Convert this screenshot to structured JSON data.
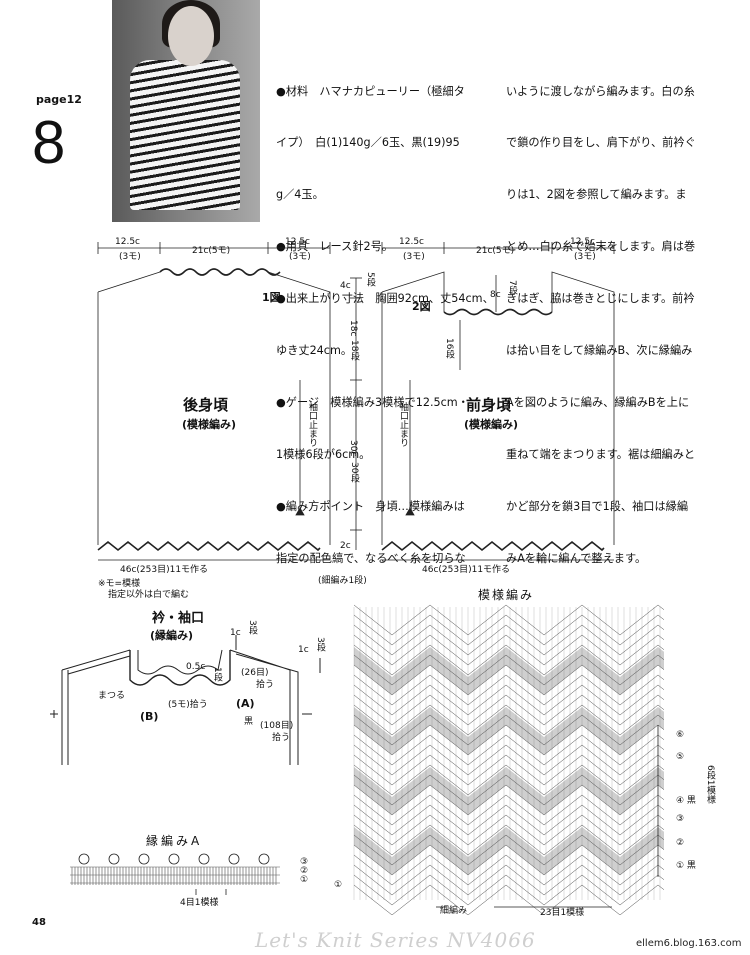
{
  "header": {
    "page_label": "page12",
    "pattern_number": "8"
  },
  "instructions": {
    "col1": [
      "●材料　ハマナカピューリー（極細タ",
      "イプ）　白(1)140g／6玉、黒(19)95",
      "g／4玉。",
      "●用具　レース針2号。",
      "●出来上がり寸法　胸囲92cm、丈54cm、",
      "ゆき丈24cm。",
      "●ゲージ　模様編み3模様で12.5cm・",
      "1模様6段が6cm。",
      "●編み方ポイント　身頃…模様編みは",
      "指定の配色縞で、なるべく糸を切らな"
    ],
    "col2": [
      "いように渡しながら編みます。白の糸",
      "で鎖の作り目をし、肩下がり、前衿ぐ",
      "りは1、2図を参照して編みます。ま",
      "とめ…白の糸で始末をします。肩は巻",
      "きはぎ、脇は巻きとじにします。前衿",
      "は拾い目をして縁編みB、次に縁編み",
      "Aを図のように編み、縁編みBを上に",
      "重ねて端をまつります。裾は細編みと",
      "かど部分を鎖3目で1段、袖口は縁編",
      "みAを輪に編んで整えます。"
    ]
  },
  "back_diagram": {
    "fig": "1図",
    "title": "後身頃",
    "subtitle": "(模様編み)",
    "top_left": "12.5c",
    "top_left_sub": "(3モ)",
    "top_mid": "21c(5モ)",
    "top_right": "12.5c",
    "top_right_sub": "(3モ)",
    "armhole": "袖口止まり",
    "bottom": "46c(253目)11モ作る",
    "note1": "※モ=模様",
    "note2": "指定以外は白で編む"
  },
  "side_dims": {
    "d1": "4c",
    "d1s": "5段",
    "d2": "18c",
    "d2s": "18段",
    "d3": "30c",
    "d3s": "30段",
    "d4": "2c"
  },
  "front_diagram": {
    "fig": "2図",
    "title": "前身頃",
    "subtitle": "(模様編み)",
    "top_left": "12.5c",
    "top_left_sub": "(3モ)",
    "top_mid": "21c(5モ)",
    "top_right": "12.5c",
    "top_right_sub": "(3モ)",
    "neck": "8c",
    "neck_s": "7段",
    "neck_s2": "16段",
    "armhole": "袖口止まり",
    "bottom": "46c(253目)11モ作る",
    "edge": "(細編み1段)"
  },
  "collar": {
    "title": "衿・袖口",
    "subtitle": "(縁編み)",
    "c1": "1c",
    "c1s": "3段",
    "c2": "1c",
    "c2s": "3段",
    "half": "0.5c",
    "half_s": "1段",
    "pick1": "(26目)",
    "pick1b": "拾う",
    "sew": "まつる",
    "pick2": "(5モ)拾う",
    "a": "(A)",
    "b": "(B)",
    "black": "黒",
    "pick3": "(108目)",
    "pick3b": "拾う"
  },
  "edge_a": {
    "title": "縁編みA",
    "repeat": "4目1模様",
    "rows": [
      "③",
      "②",
      "①"
    ]
  },
  "stitch_chart": {
    "title": "模様編み",
    "rows_right": [
      "⑥",
      "⑤",
      "④ 黒",
      "③",
      "②",
      "① 黒"
    ],
    "side_note": "6段1模様",
    "bottom_left": "細編み",
    "bottom_repeat": "23目1模様",
    "start": "①"
  },
  "footer": {
    "page_number": "48",
    "series": "Let's Knit Series NV4066",
    "blog": "ellem6.blog.163.com"
  }
}
